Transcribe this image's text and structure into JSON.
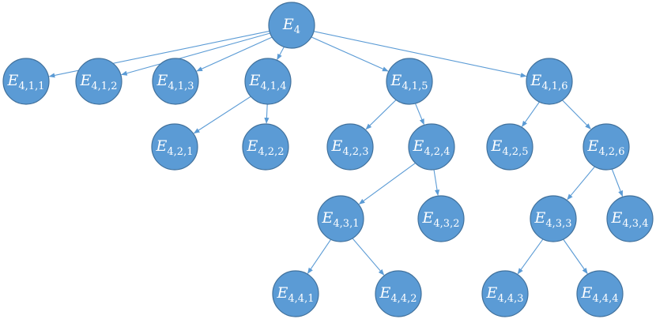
{
  "diagram": {
    "nodes": [
      {
        "id": "E4",
        "base": "E",
        "sub": "4"
      },
      {
        "id": "E411",
        "base": "E",
        "sub": "4,1,1"
      },
      {
        "id": "E412",
        "base": "E",
        "sub": "4,1,2"
      },
      {
        "id": "E413",
        "base": "E",
        "sub": "4,1,3"
      },
      {
        "id": "E414",
        "base": "E",
        "sub": "4,1,4"
      },
      {
        "id": "E415",
        "base": "E",
        "sub": "4,1,5"
      },
      {
        "id": "E416",
        "base": "E",
        "sub": "4,1,6"
      },
      {
        "id": "E421",
        "base": "E",
        "sub": "4,2,1"
      },
      {
        "id": "E422",
        "base": "E",
        "sub": "4,2,2"
      },
      {
        "id": "E423",
        "base": "E",
        "sub": "4,2,3"
      },
      {
        "id": "E424",
        "base": "E",
        "sub": "4,2,4"
      },
      {
        "id": "E425",
        "base": "E",
        "sub": "4,2,5"
      },
      {
        "id": "E426",
        "base": "E",
        "sub": "4,2,6"
      },
      {
        "id": "E431",
        "base": "E",
        "sub": "4,3,1"
      },
      {
        "id": "E432",
        "base": "E",
        "sub": "4,3,2"
      },
      {
        "id": "E433",
        "base": "E",
        "sub": "4,3,3"
      },
      {
        "id": "E434",
        "base": "E",
        "sub": "4,3,4"
      },
      {
        "id": "E441",
        "base": "E",
        "sub": "4,4,1"
      },
      {
        "id": "E442",
        "base": "E",
        "sub": "4,4,2"
      },
      {
        "id": "E443",
        "base": "E",
        "sub": "4,4,3"
      },
      {
        "id": "E444",
        "base": "E",
        "sub": "4,4,4"
      }
    ],
    "edges": [
      [
        "E4",
        "E411"
      ],
      [
        "E4",
        "E412"
      ],
      [
        "E4",
        "E413"
      ],
      [
        "E4",
        "E414"
      ],
      [
        "E4",
        "E415"
      ],
      [
        "E4",
        "E416"
      ],
      [
        "E414",
        "E421"
      ],
      [
        "E414",
        "E422"
      ],
      [
        "E415",
        "E423"
      ],
      [
        "E415",
        "E424"
      ],
      [
        "E416",
        "E425"
      ],
      [
        "E416",
        "E426"
      ],
      [
        "E424",
        "E431"
      ],
      [
        "E424",
        "E432"
      ],
      [
        "E426",
        "E433"
      ],
      [
        "E426",
        "E434"
      ],
      [
        "E431",
        "E441"
      ],
      [
        "E431",
        "E442"
      ],
      [
        "E433",
        "E443"
      ],
      [
        "E433",
        "E444"
      ]
    ],
    "colors": {
      "node_fill": "#5b9bd5",
      "node_stroke": "#41719c",
      "edge": "#5b9bd5",
      "text": "#ffffff"
    }
  }
}
